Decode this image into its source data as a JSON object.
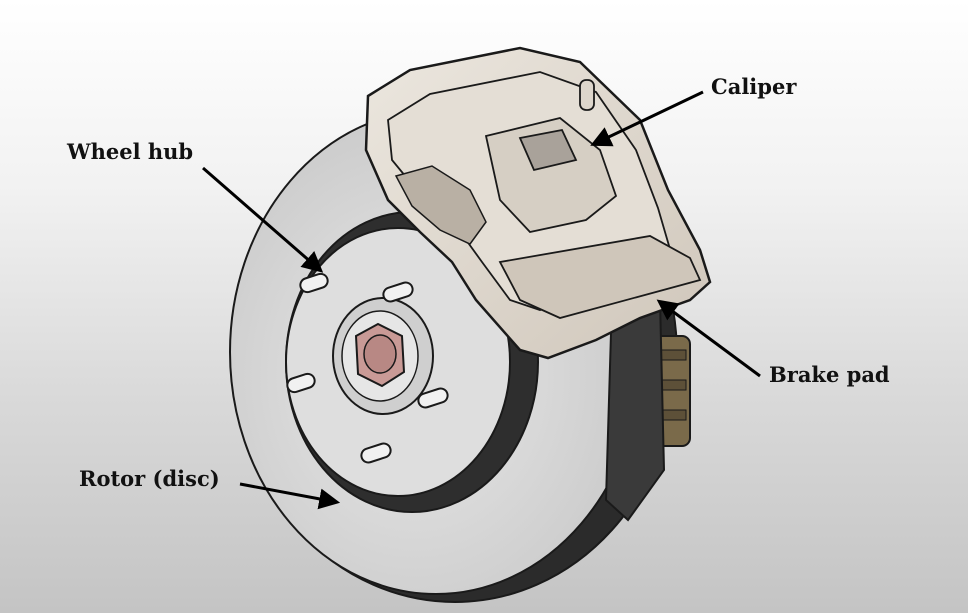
{
  "labels": {
    "caliper": "Caliper",
    "wheel_hub": "Wheel hub",
    "brake_pad": "Brake pad",
    "rotor": "Rotor (disc)"
  },
  "colors": {
    "outline": "#1a1a1a",
    "rotor_face": "#d4d4d4",
    "rotor_edge": "#2b2b2b",
    "hub_face": "#dcdcdc",
    "caliper_body": "#ddd6cc",
    "caliper_shade": "#b9b0a4",
    "nut": "#c99a96",
    "bracket_bolt": "#7a6a4a"
  }
}
